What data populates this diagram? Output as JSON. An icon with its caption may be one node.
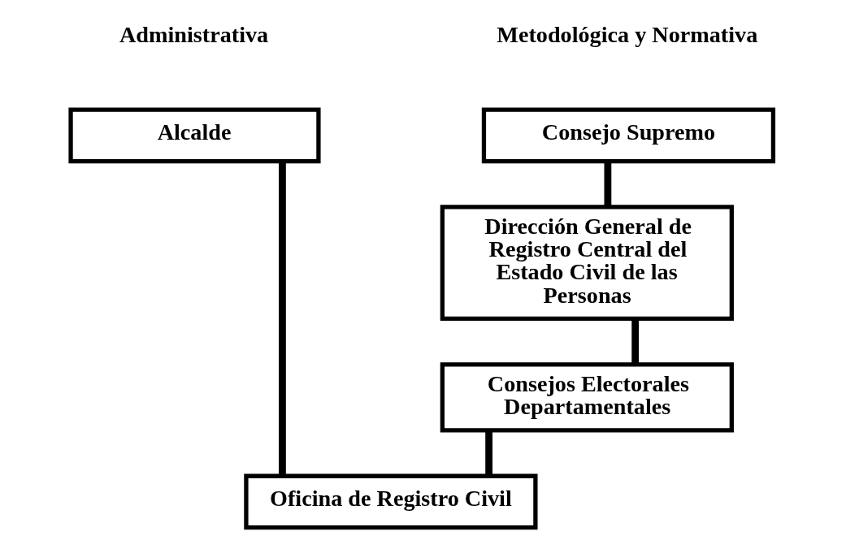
{
  "diagram": {
    "nodes": [
      {
        "text": [
          "Consejo Supremo"
        ]
      },
      {
        "text": [
          "Dirección General de Registro Central del Estado Civil de las Personas"
        ]
      },
      {
        "text": [
          "Consejos Electorales Departamentales"
        ]
      },
      {
        "text": [
          "Alcalde"
        ]
      },
      {
        "text": [
          "Oficina de Registro Civil"
        ]
      }
    ],
    "edges": [
      {
        "from": 0,
        "to": 1,
        "arrow": "none"
      },
      {
        "from": 1,
        "to": 2,
        "arrow": "none"
      },
      {
        "from": 2,
        "to": 4,
        "arrow": "none"
      },
      {
        "from": 3,
        "to": 4,
        "arrow": "none"
      }
    ],
    "labels": [
      "Metodológica y Normativa",
      "Administrativa"
    ]
  }
}
